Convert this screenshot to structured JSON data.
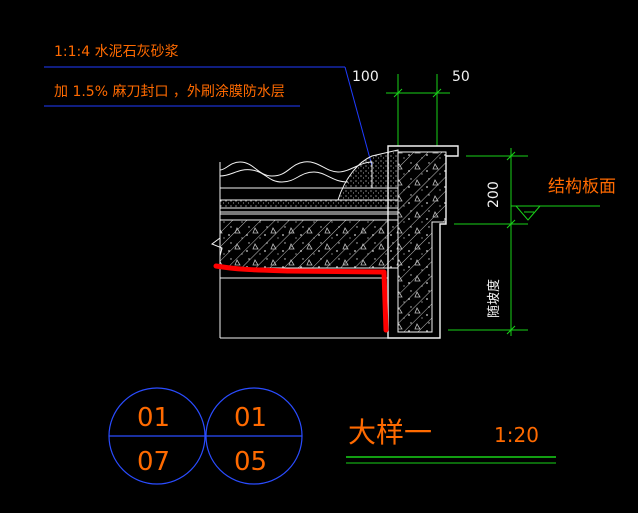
{
  "colors": {
    "background": "#000000",
    "leader_blue": "#1f3cff",
    "dimension_green": "#19d219",
    "annotation_orange": "#ff6a00",
    "outline_white": "#f2f2f2",
    "hatch_gray": "#bdbdbd",
    "highlight_red": "#ff0000",
    "callout_blue": "#2a4cff"
  },
  "notes": {
    "line1": "1:1:4   水泥石灰砂浆",
    "line2": "加 1.5% 麻刀封口        ，外刷涂膜防水层"
  },
  "dimensions": {
    "dim_100": "100",
    "dim_50": "50",
    "dim_200": "200",
    "dim_vertical_note": "随坡度"
  },
  "labels": {
    "structure_slab": "结构板面"
  },
  "callouts": [
    {
      "top": "01",
      "bottom": "07"
    },
    {
      "top": "01",
      "bottom": "05"
    }
  ],
  "title": {
    "name": "大样一",
    "scale": "1:20"
  }
}
